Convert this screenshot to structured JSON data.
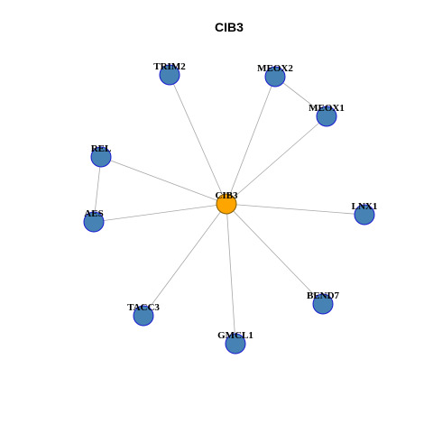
{
  "title": "CIB3",
  "colors": {
    "center_fill": "#FFA500",
    "center_stroke": "#7f5a00",
    "node_fill": "#4682B4",
    "node_stroke": "#1a1ad0",
    "edge": "#a8a8a8"
  },
  "nodes": [
    {
      "id": "CIB3",
      "label": "CIB3",
      "role": "center"
    },
    {
      "id": "TRIM2",
      "label": "TRIM2",
      "role": "neighbor"
    },
    {
      "id": "MEOX2",
      "label": "MEOX2",
      "role": "neighbor"
    },
    {
      "id": "MEOX1",
      "label": "MEOX1",
      "role": "neighbor"
    },
    {
      "id": "REL",
      "label": "REL",
      "role": "neighbor"
    },
    {
      "id": "AES",
      "label": "AES",
      "role": "neighbor"
    },
    {
      "id": "LNX1",
      "label": "LNX1",
      "role": "neighbor"
    },
    {
      "id": "BEND7",
      "label": "BEND7",
      "role": "neighbor"
    },
    {
      "id": "TACC3",
      "label": "TACC3",
      "role": "neighbor"
    },
    {
      "id": "GMCL1",
      "label": "GMCL1",
      "role": "neighbor"
    }
  ],
  "edges": [
    [
      "CIB3",
      "TRIM2"
    ],
    [
      "CIB3",
      "MEOX2"
    ],
    [
      "CIB3",
      "MEOX1"
    ],
    [
      "CIB3",
      "REL"
    ],
    [
      "CIB3",
      "AES"
    ],
    [
      "CIB3",
      "LNX1"
    ],
    [
      "CIB3",
      "BEND7"
    ],
    [
      "CIB3",
      "TACC3"
    ],
    [
      "CIB3",
      "GMCL1"
    ],
    [
      "MEOX2",
      "MEOX1"
    ],
    [
      "REL",
      "AES"
    ]
  ]
}
